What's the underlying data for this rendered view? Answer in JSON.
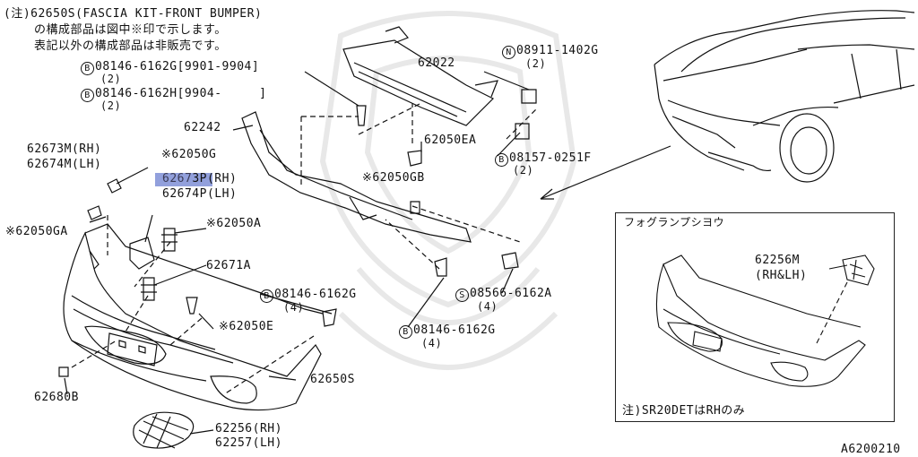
{
  "header": {
    "note_line1": "(注)62650S(FASCIA KIT-FRONT BUMPER)",
    "note_line2": "の構成部品は図中※印で示します。",
    "note_line3": "表記以外の構成部品は非販売です。"
  },
  "parts": {
    "b_08146_6162G_range": "08146-6162G[9901-9904]",
    "b_08146_6162G_qty": "(2)",
    "b_08146_6162H_range": "08146-6162H[9904-     ]",
    "b_08146_6162H_qty": "(2)",
    "p62022": "62022",
    "n_08911": "08911-1402G",
    "n_08911_qty": "(2)",
    "p62242": "62242",
    "p62050EA": "62050EA",
    "b_08157": "08157-0251F",
    "b_08157_qty": "(2)",
    "p62673M": "62673M(RH)",
    "p62674M": "62674M(LH)",
    "p62050G": "※62050G",
    "p62673P_part": "3P(RH)",
    "p62673P_hidden": "6267",
    "p62674P": "62674P(LH)",
    "p62050GB": "※62050GB",
    "p62050GA": "※62050GA",
    "p62050A": "※62050A",
    "p62671A": "62671A",
    "b_08146_6162G_2": "08146-6162G",
    "b_08146_6162G_2_qty": "(4)",
    "s_08566": "08566-6162A",
    "s_08566_qty": "(4)",
    "p62050E": "※62050E",
    "b_08146_6162G_3": "08146-6162G",
    "b_08146_6162G_3_qty": "(4)",
    "p62650S": "62650S",
    "p62680B": "62680B",
    "p62256": "62256(RH)",
    "p62257": "62257(LH)"
  },
  "symbols": {
    "b": "B",
    "n": "N",
    "s": "S"
  },
  "inset": {
    "title": "フォグランプシヨウ",
    "part": "62256M",
    "part_qty": "(RH&LH)",
    "note": "注)SR20DETはRHのみ"
  },
  "figure_id": "A6200210",
  "colors": {
    "highlight": "#7f8fd6",
    "line": "#111111",
    "watermark": "#e6e6e6"
  }
}
